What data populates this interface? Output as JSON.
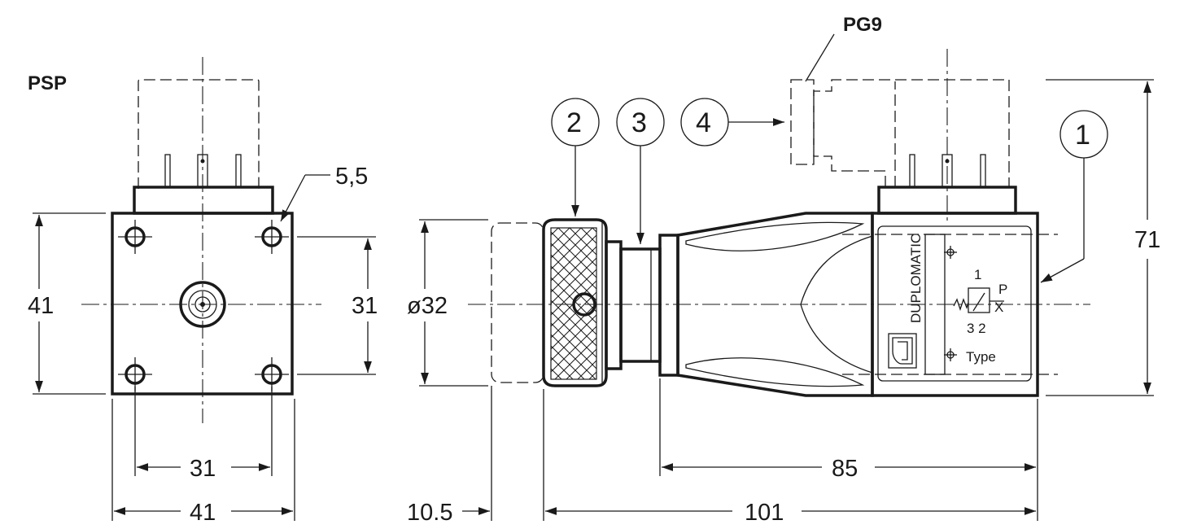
{
  "title": "PSP",
  "connector_label": "PG9",
  "callouts": [
    "1",
    "2",
    "3",
    "4"
  ],
  "brand": "DUPLOMATIC",
  "symbol": {
    "port_top": "1",
    "port_p": "P",
    "ports_bottom": "3 2",
    "x_mark": "X"
  },
  "type_label": "Type",
  "dimensions": {
    "hole_dia": "5,5",
    "front_height": "41",
    "hole_pitch_vertical": "31",
    "hole_pitch_horizontal": "31",
    "front_width": "41",
    "knob_diameter": "ø32",
    "body_length": "85",
    "knob_offset": "10.5",
    "overall_length": "101",
    "overall_height": "71"
  },
  "colors": {
    "line": "#1a1a1a",
    "background": "#ffffff"
  }
}
